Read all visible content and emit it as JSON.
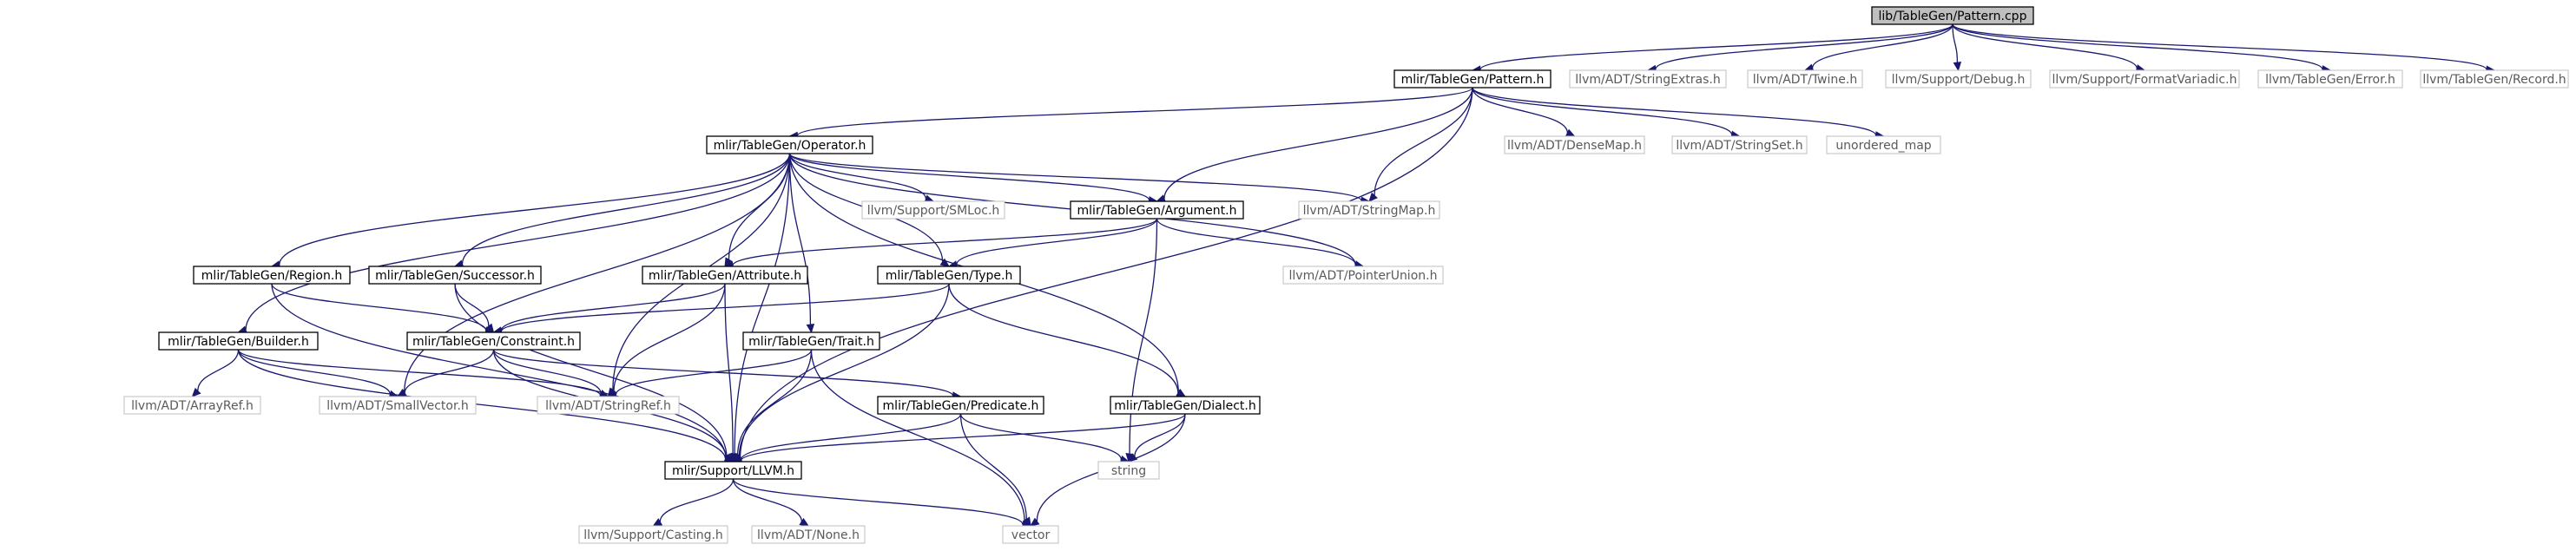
{
  "graph": {
    "colors": {
      "edge": "#191970",
      "root_fill": "#bfbfbf",
      "node_border": "#000000",
      "external_border": "#bfbfbf",
      "external_text": "#5a5a5a"
    },
    "nodes": [
      {
        "id": "root",
        "label": "lib/TableGen/Pattern.cpp",
        "kind": "root"
      },
      {
        "id": "pattern_h",
        "label": "mlir/TableGen/Pattern.h",
        "kind": "project"
      },
      {
        "id": "stringextras",
        "label": "llvm/ADT/StringExtras.h",
        "kind": "external"
      },
      {
        "id": "twine",
        "label": "llvm/ADT/Twine.h",
        "kind": "external"
      },
      {
        "id": "debug",
        "label": "llvm/Support/Debug.h",
        "kind": "external"
      },
      {
        "id": "formatvariadic",
        "label": "llvm/Support/FormatVariadic.h",
        "kind": "external"
      },
      {
        "id": "error",
        "label": "llvm/TableGen/Error.h",
        "kind": "external"
      },
      {
        "id": "record",
        "label": "llvm/TableGen/Record.h",
        "kind": "external"
      },
      {
        "id": "operator_h",
        "label": "mlir/TableGen/Operator.h",
        "kind": "project"
      },
      {
        "id": "densemap",
        "label": "llvm/ADT/DenseMap.h",
        "kind": "external"
      },
      {
        "id": "stringset",
        "label": "llvm/ADT/StringSet.h",
        "kind": "external"
      },
      {
        "id": "unordered_map",
        "label": "unordered_map",
        "kind": "external"
      },
      {
        "id": "smloc",
        "label": "llvm/Support/SMLoc.h",
        "kind": "external"
      },
      {
        "id": "argument_h",
        "label": "mlir/TableGen/Argument.h",
        "kind": "project"
      },
      {
        "id": "stringmap",
        "label": "llvm/ADT/StringMap.h",
        "kind": "external"
      },
      {
        "id": "region_h",
        "label": "mlir/TableGen/Region.h",
        "kind": "project"
      },
      {
        "id": "successor_h",
        "label": "mlir/TableGen/Successor.h",
        "kind": "project"
      },
      {
        "id": "attribute_h",
        "label": "mlir/TableGen/Attribute.h",
        "kind": "project"
      },
      {
        "id": "type_h",
        "label": "mlir/TableGen/Type.h",
        "kind": "project"
      },
      {
        "id": "pointerunion",
        "label": "llvm/ADT/PointerUnion.h",
        "kind": "external"
      },
      {
        "id": "builder_h",
        "label": "mlir/TableGen/Builder.h",
        "kind": "project"
      },
      {
        "id": "constraint_h",
        "label": "mlir/TableGen/Constraint.h",
        "kind": "project"
      },
      {
        "id": "trait_h",
        "label": "mlir/TableGen/Trait.h",
        "kind": "project"
      },
      {
        "id": "arrayref",
        "label": "llvm/ADT/ArrayRef.h",
        "kind": "external"
      },
      {
        "id": "smallvector",
        "label": "llvm/ADT/SmallVector.h",
        "kind": "external"
      },
      {
        "id": "stringref",
        "label": "llvm/ADT/StringRef.h",
        "kind": "external"
      },
      {
        "id": "predicate_h",
        "label": "mlir/TableGen/Predicate.h",
        "kind": "project"
      },
      {
        "id": "dialect_h",
        "label": "mlir/TableGen/Dialect.h",
        "kind": "project"
      },
      {
        "id": "string",
        "label": "string",
        "kind": "external"
      },
      {
        "id": "llvm_h",
        "label": "mlir/Support/LLVM.h",
        "kind": "project"
      },
      {
        "id": "casting",
        "label": "llvm/Support/Casting.h",
        "kind": "external"
      },
      {
        "id": "none",
        "label": "llvm/ADT/None.h",
        "kind": "external"
      },
      {
        "id": "vector",
        "label": "vector",
        "kind": "external"
      }
    ],
    "edges": [
      [
        "root",
        "pattern_h"
      ],
      [
        "root",
        "stringextras"
      ],
      [
        "root",
        "twine"
      ],
      [
        "root",
        "debug"
      ],
      [
        "root",
        "formatvariadic"
      ],
      [
        "root",
        "error"
      ],
      [
        "root",
        "record"
      ],
      [
        "pattern_h",
        "operator_h"
      ],
      [
        "pattern_h",
        "argument_h"
      ],
      [
        "pattern_h",
        "stringmap"
      ],
      [
        "pattern_h",
        "densemap"
      ],
      [
        "pattern_h",
        "stringset"
      ],
      [
        "pattern_h",
        "unordered_map"
      ],
      [
        "pattern_h",
        "llvm_h"
      ],
      [
        "operator_h",
        "smloc"
      ],
      [
        "operator_h",
        "argument_h"
      ],
      [
        "operator_h",
        "stringmap"
      ],
      [
        "operator_h",
        "pointerunion"
      ],
      [
        "operator_h",
        "region_h"
      ],
      [
        "operator_h",
        "successor_h"
      ],
      [
        "operator_h",
        "attribute_h"
      ],
      [
        "operator_h",
        "type_h"
      ],
      [
        "operator_h",
        "builder_h"
      ],
      [
        "operator_h",
        "trait_h"
      ],
      [
        "operator_h",
        "dialect_h"
      ],
      [
        "operator_h",
        "smallvector"
      ],
      [
        "operator_h",
        "stringref"
      ],
      [
        "operator_h",
        "llvm_h"
      ],
      [
        "argument_h",
        "attribute_h"
      ],
      [
        "argument_h",
        "type_h"
      ],
      [
        "argument_h",
        "pointerunion"
      ],
      [
        "argument_h",
        "string"
      ],
      [
        "region_h",
        "constraint_h"
      ],
      [
        "region_h",
        "llvm_h"
      ],
      [
        "successor_h",
        "constraint_h"
      ],
      [
        "successor_h",
        "llvm_h"
      ],
      [
        "attribute_h",
        "constraint_h"
      ],
      [
        "attribute_h",
        "stringref"
      ],
      [
        "attribute_h",
        "llvm_h"
      ],
      [
        "type_h",
        "constraint_h"
      ],
      [
        "type_h",
        "dialect_h"
      ],
      [
        "type_h",
        "llvm_h"
      ],
      [
        "builder_h",
        "arrayref"
      ],
      [
        "builder_h",
        "smallvector"
      ],
      [
        "builder_h",
        "stringref"
      ],
      [
        "builder_h",
        "llvm_h"
      ],
      [
        "constraint_h",
        "smallvector"
      ],
      [
        "constraint_h",
        "stringref"
      ],
      [
        "constraint_h",
        "predicate_h"
      ],
      [
        "constraint_h",
        "llvm_h"
      ],
      [
        "trait_h",
        "stringref"
      ],
      [
        "trait_h",
        "llvm_h"
      ],
      [
        "trait_h",
        "vector"
      ],
      [
        "predicate_h",
        "llvm_h"
      ],
      [
        "predicate_h",
        "string"
      ],
      [
        "predicate_h",
        "vector"
      ],
      [
        "dialect_h",
        "llvm_h"
      ],
      [
        "dialect_h",
        "string"
      ],
      [
        "dialect_h",
        "vector"
      ],
      [
        "llvm_h",
        "casting"
      ],
      [
        "llvm_h",
        "none"
      ],
      [
        "llvm_h",
        "vector"
      ]
    ]
  }
}
